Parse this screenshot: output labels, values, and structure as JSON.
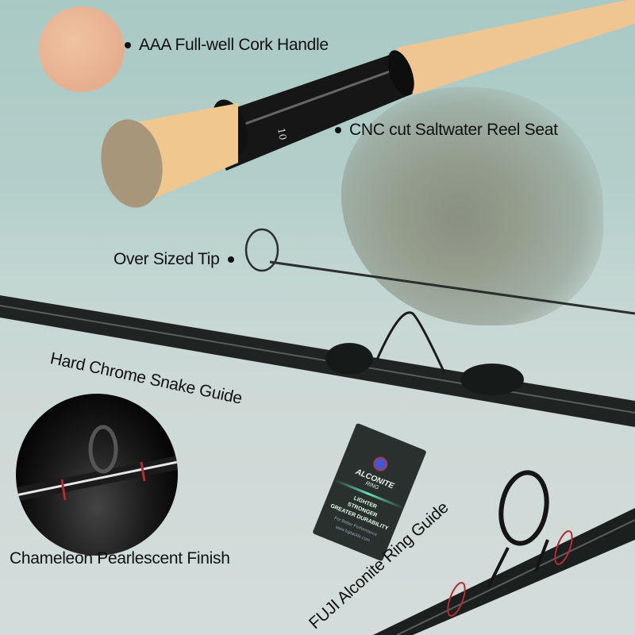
{
  "image": {
    "description": "Fly fishing rod product feature collage",
    "background_color": "#c3d6d2"
  },
  "features": [
    {
      "id": "cork-handle",
      "label": "AAA Full-well Cork Handle"
    },
    {
      "id": "reel-seat",
      "label": "CNC cut Saltwater Reel Seat"
    },
    {
      "id": "tip",
      "label": "Over Sized Tip"
    },
    {
      "id": "snake-guide",
      "label": "Hard Chrome Snake Guide"
    },
    {
      "id": "finish",
      "label": "Chameleon Pearlescent Finish"
    },
    {
      "id": "fuji-guide",
      "label": "FUJI Alconite Ring Guide"
    }
  ],
  "reel_seat_marking": "10",
  "fuji_tag": {
    "title": "ALCONITE",
    "subtitle": "RING",
    "lines": [
      "LIGHTER",
      "STRONGER",
      "GREATER DURABILITY"
    ],
    "tagline": "For Better Performance",
    "url": "www.fujitackle.com"
  },
  "colors": {
    "text": "#111111",
    "cork": "#e8c089",
    "blank": "#1c2320",
    "wrap_red": "#b52a33"
  }
}
